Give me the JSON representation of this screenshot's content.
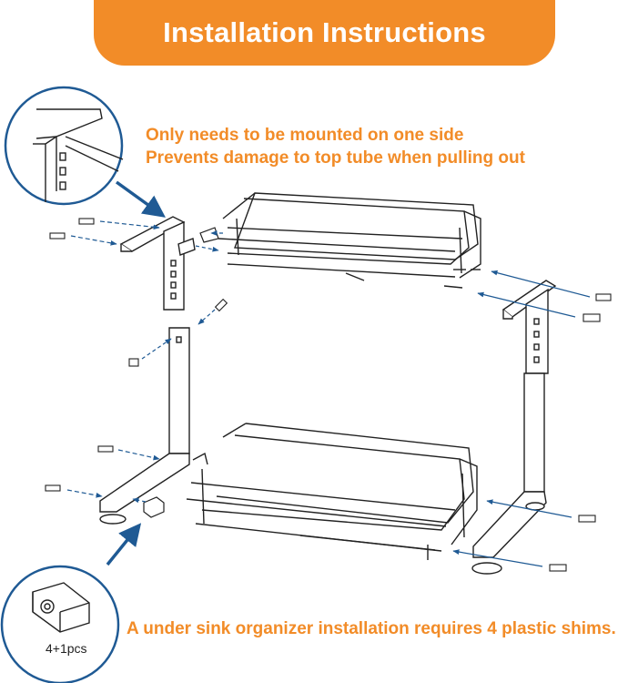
{
  "header": {
    "title": "Installation Instructions"
  },
  "notes": {
    "top_line1": "Only needs to be mounted on one side",
    "top_line2": "Prevents damage to top tube when pulling out",
    "bottom": "A under sink organizer installation requires 4 plastic shims."
  },
  "shim": {
    "quantity_label": "4+1pcs"
  },
  "colors": {
    "accent": "#f28c28",
    "arrow": "#1f5a94",
    "line": "#222222"
  }
}
